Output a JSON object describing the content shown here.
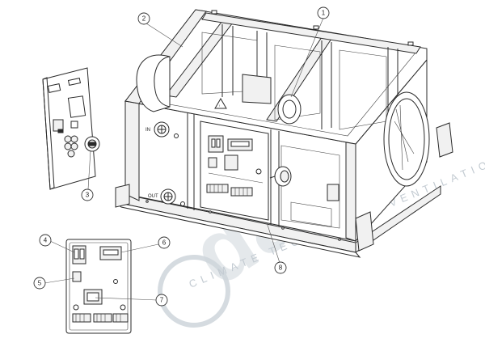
{
  "callouts": [
    {
      "number": "1"
    },
    {
      "number": "2"
    },
    {
      "number": "3"
    },
    {
      "number": "4"
    },
    {
      "number": "5"
    },
    {
      "number": "6"
    },
    {
      "number": "7"
    },
    {
      "number": "8"
    }
  ],
  "labels": {
    "in_label": "IN",
    "out_label": "OUT"
  },
  "watermark": {
    "brand": "dalap",
    "tagline": "CLIMATE  TECHNOLOGY  VENTILATION"
  },
  "colors": {
    "line": "#2a2a2a",
    "watermark": "#cfd6dc",
    "background": "#ffffff"
  }
}
